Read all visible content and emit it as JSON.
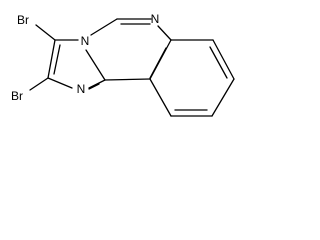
{
  "structure": {
    "atom_labels": {
      "br_top": "Br",
      "br_bottom": "Br",
      "n_bridge": "N",
      "n_ring6": "N",
      "n_ring5": "N"
    }
  },
  "style": {
    "line_color": "#000000",
    "background": "#ffffff"
  }
}
